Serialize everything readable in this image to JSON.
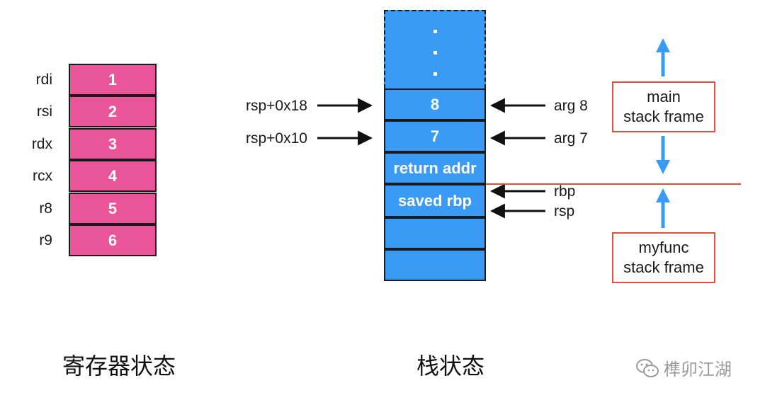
{
  "registers": [
    {
      "name": "rdi",
      "value": "1"
    },
    {
      "name": "rsi",
      "value": "2"
    },
    {
      "name": "rdx",
      "value": "3"
    },
    {
      "name": "rcx",
      "value": "4"
    },
    {
      "name": "r8",
      "value": "5"
    },
    {
      "name": "r9",
      "value": "6"
    }
  ],
  "stack": {
    "top_dots": ".",
    "cells": [
      "8",
      "7",
      "return addr",
      "saved rbp",
      "",
      ""
    ],
    "left_pointers": [
      "rsp+0x18",
      "rsp+0x10"
    ],
    "right_pointers": [
      "arg 8",
      "arg 7",
      "rbp",
      "rsp"
    ]
  },
  "frames": {
    "main_line1": "main",
    "main_line2": "stack frame",
    "myfunc_line1": "myfunc",
    "myfunc_line2": "stack frame"
  },
  "captions": {
    "registers": "寄存器状态",
    "stack": "栈状态",
    "watermark": "榫卯江湖"
  },
  "colors": {
    "register_fill": "#ea559a",
    "stack_fill": "#3a9bf6",
    "arrow_blue": "#3a9bf6",
    "divider_red": "#e05040"
  }
}
